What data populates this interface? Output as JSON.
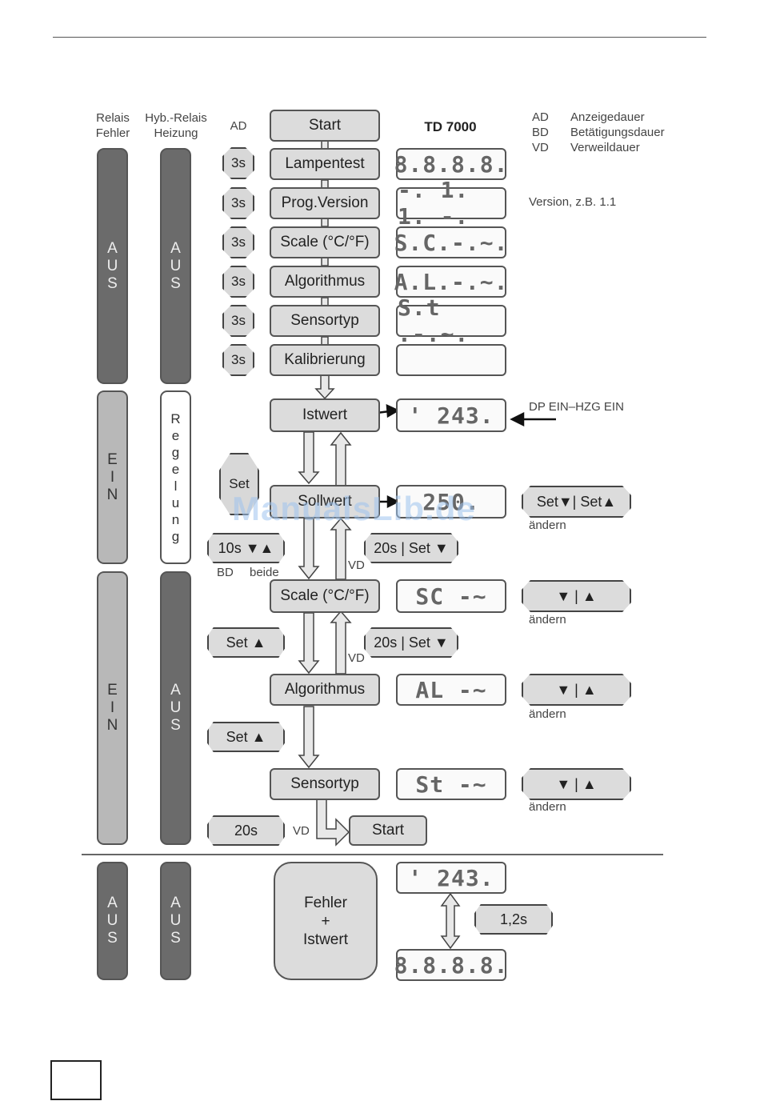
{
  "headers": {
    "relais_fehler_1": "Relais",
    "relais_fehler_2": "Fehler",
    "hyb_relais_1": "Hyb.-Relais",
    "hyb_relais_2": "Heizung",
    "ad": "AD",
    "td7000": "TD 7000"
  },
  "legend": {
    "ad_key": "AD",
    "ad_val": "Anzeigedauer",
    "bd_key": "BD",
    "bd_val": "Betätigungsdauer",
    "vd_key": "VD",
    "vd_val": "Verweildauer"
  },
  "bars": {
    "aus_a": "A\nU\nS",
    "ein": "E\nI\nN",
    "regelung": "R\ne\ng\ne\nl\nu\nn\ng"
  },
  "timers": {
    "t3s": "3s"
  },
  "steps": {
    "start": "Start",
    "lampentest": "Lampentest",
    "prog_version": "Prog.Version",
    "scale": "Scale (°C/°F)",
    "algorithmus": "Algorithmus",
    "sensortyp": "Sensortyp",
    "kalibrierung": "Kalibrierung",
    "istwert": "Istwert",
    "sollwert": "Sollwert",
    "scale2": "Scale (°C/°F)",
    "algorithmus2": "Algorithmus",
    "sensortyp2": "Sensortyp",
    "start2": "Start",
    "fehler": "Fehler\n+\nIstwert"
  },
  "displays": {
    "lampentest": "8.8.8.8.",
    "prog_version": "-. 1. 1. -.",
    "scale": "S.C.-.~.",
    "algorithmus": "A.L.-.~.",
    "sensortyp": "S.t .-.~.",
    "kalibrierung": "",
    "istwert": "' 243.",
    "sollwert": "250.",
    "scale2": "SC -~",
    "algorithmus2": "AL -~",
    "sensortyp2": "St -~",
    "fehler_top": "' 243.",
    "fehler_bottom": "8.8.8.8."
  },
  "annotations": {
    "version_note": "Version, z.B. 1.1",
    "dp_note": "DP EIN–HZG EIN",
    "aendern": "ändern",
    "bd": "BD",
    "beide": "beide",
    "vd": "VD"
  },
  "buttons": {
    "set": "Set",
    "set_down_set_up": "Set▼| Set▲",
    "t10s": "10s ▼▲",
    "t20s_set_down": "20s | Set ▼",
    "down_up": "▼  |  ▲",
    "set_up": "Set ▲",
    "t20s": "20s",
    "t1_2s": "1,2s"
  },
  "watermark": "ManualsLib.de"
}
